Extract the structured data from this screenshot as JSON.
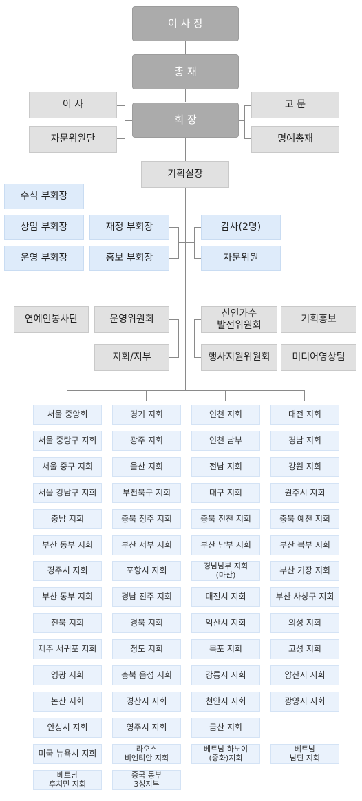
{
  "top": {
    "chairman": "이 사 장",
    "president": "총  재",
    "association_head": "회  장",
    "director": "이  사",
    "advisory_group": "자문위원단",
    "counselor": "고  문",
    "honorary_president": "명예총재",
    "planning_director": "기획실장"
  },
  "vice_presidents": {
    "senior": "수석 부회장",
    "standing": "상임 부회장",
    "operations": "운영 부회장",
    "finance": "재정 부회장",
    "pr": "홍보 부회장"
  },
  "right_group1": {
    "auditor": "감사(2명)",
    "advisor": "자문위원"
  },
  "committees": {
    "entertainment_volunteers": "연예인봉사단",
    "operations_committee": "운영위원회",
    "branch_chapter": "지회/지부",
    "new_singer_committee": "신인가수\n발전위원회",
    "planning_pr": "기획홍보",
    "event_support_committee": "행사지원위원회",
    "media_video_team": "미디어영상팀"
  },
  "branches": {
    "col1": [
      "서울 중앙회",
      "서울 중랑구 지회",
      "서울 중구 지회",
      "서울 강남구 지회",
      "충남 지회",
      "부산 동부 지회",
      "경주시 지회",
      "부산 동부 지회",
      "전북 지회",
      "제주 서귀포 지회",
      "영광 지회",
      "논산 지회",
      "안성시 지회",
      "미국 뉴욕시 지회",
      "베트남\n후치민 지회"
    ],
    "col2": [
      "경기 지회",
      "광주 지회",
      "울산 지회",
      "부천북구 지회",
      "충북 청주 지회",
      "부산 서부 지회",
      "포항시 지회",
      "경남 진주 지회",
      "경북 지회",
      "청도 지회",
      "충북 음성 지회",
      "경산시 지회",
      "영주시 지회",
      "라오스\n비엔티안 지회",
      "중국 동부\n3성지부"
    ],
    "col3": [
      "인천 지회",
      "인천 남부",
      "전남 지회",
      "대구 지회",
      "충북 진천 지회",
      "부산 남부 지회",
      "경남남부 지회\n(마산)",
      "대전시 지회",
      "익산시 지회",
      "목포 지회",
      "강릉시 지회",
      "천안시 지회",
      "금산 지회",
      "베트남 하노이\n(중화)지회"
    ],
    "col4": [
      "대전 지회",
      "경남 지회",
      "강원 지회",
      "원주시 지회",
      "충북 예천 지회",
      "부산 북부 지회",
      "부산 기장 지회",
      "부산 사상구 지회",
      "의성 지회",
      "고성 지회",
      "양산시 지회",
      "광양시 지회",
      "",
      "베트남\n남딘 지회"
    ]
  }
}
